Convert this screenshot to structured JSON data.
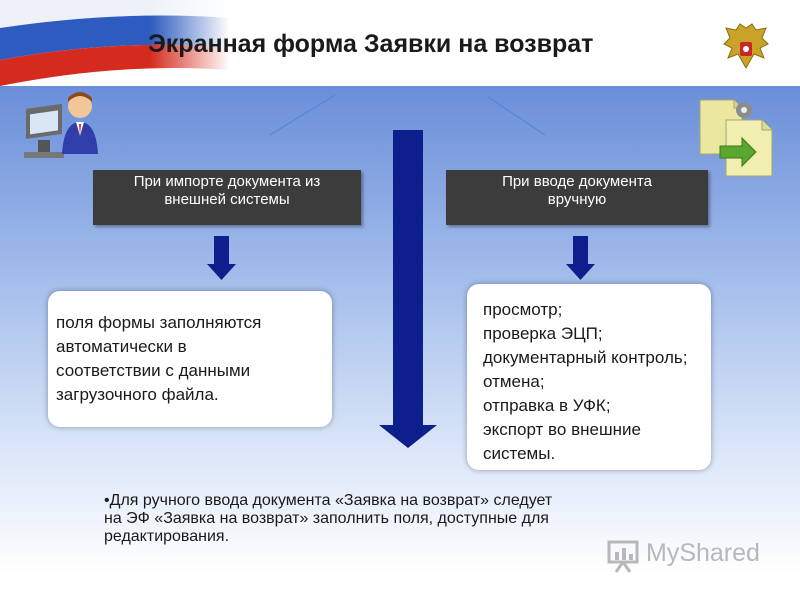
{
  "header": {
    "title": "Экранная форма Заявки на возврат"
  },
  "colors": {
    "flag_white": "#ffffff",
    "flag_blue": "#2d5bbf",
    "flag_red": "#d52b1e",
    "arrow_blue": "#0d1f8c",
    "box_dark": "#3c3c3c"
  },
  "icons": {
    "left": "user-at-computer-icon",
    "right": "document-transfer-icon",
    "emblem": "double-headed-eagle-emblem-icon",
    "watermark": "presentation-icon"
  },
  "left_column": {
    "heading": [
      "При импорте документа из",
      "внешней системы"
    ],
    "body": [
      "поля формы заполняются",
      "автоматически в",
      "соответствии с данными",
      "загрузочного файла."
    ]
  },
  "right_column": {
    "heading": [
      "При вводе документа",
      "вручную"
    ],
    "body": [
      "просмотр;",
      "проверка ЭЦП;",
      "документарный контроль;",
      "отмена;",
      "отправка в УФК;",
      "экспорт во внешние",
      "системы."
    ]
  },
  "note": [
    "•Для ручного ввода документа «Заявка на возврат» следует",
    "на ЭФ «Заявка на возврат» заполнить поля, доступные для",
    "редактирования."
  ],
  "watermark": {
    "text": "MyShared"
  }
}
